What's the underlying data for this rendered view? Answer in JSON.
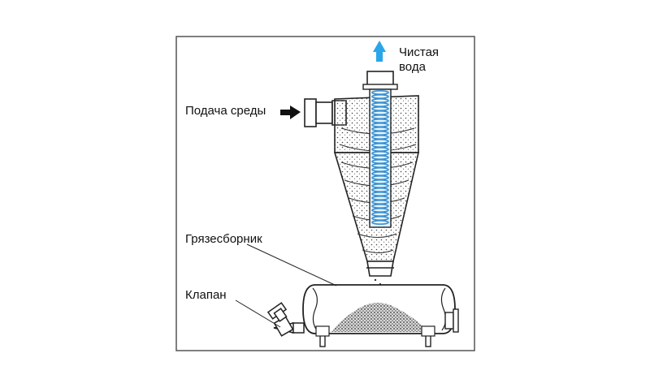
{
  "labels": {
    "clean_water": "Чистая\nвода",
    "feed": "Подача среды",
    "dirt_collector": "Грязесборник",
    "valve": "Клапан"
  },
  "colors": {
    "frame": "#555555",
    "line": "#222222",
    "water_arrow": "#2aa6e8",
    "coil": "#3a8fd0",
    "tube_fill": "#e3f4fc"
  },
  "icons": {
    "outlet_arrow": "arrow-up-icon",
    "inlet_arrow": "arrow-right-icon"
  }
}
